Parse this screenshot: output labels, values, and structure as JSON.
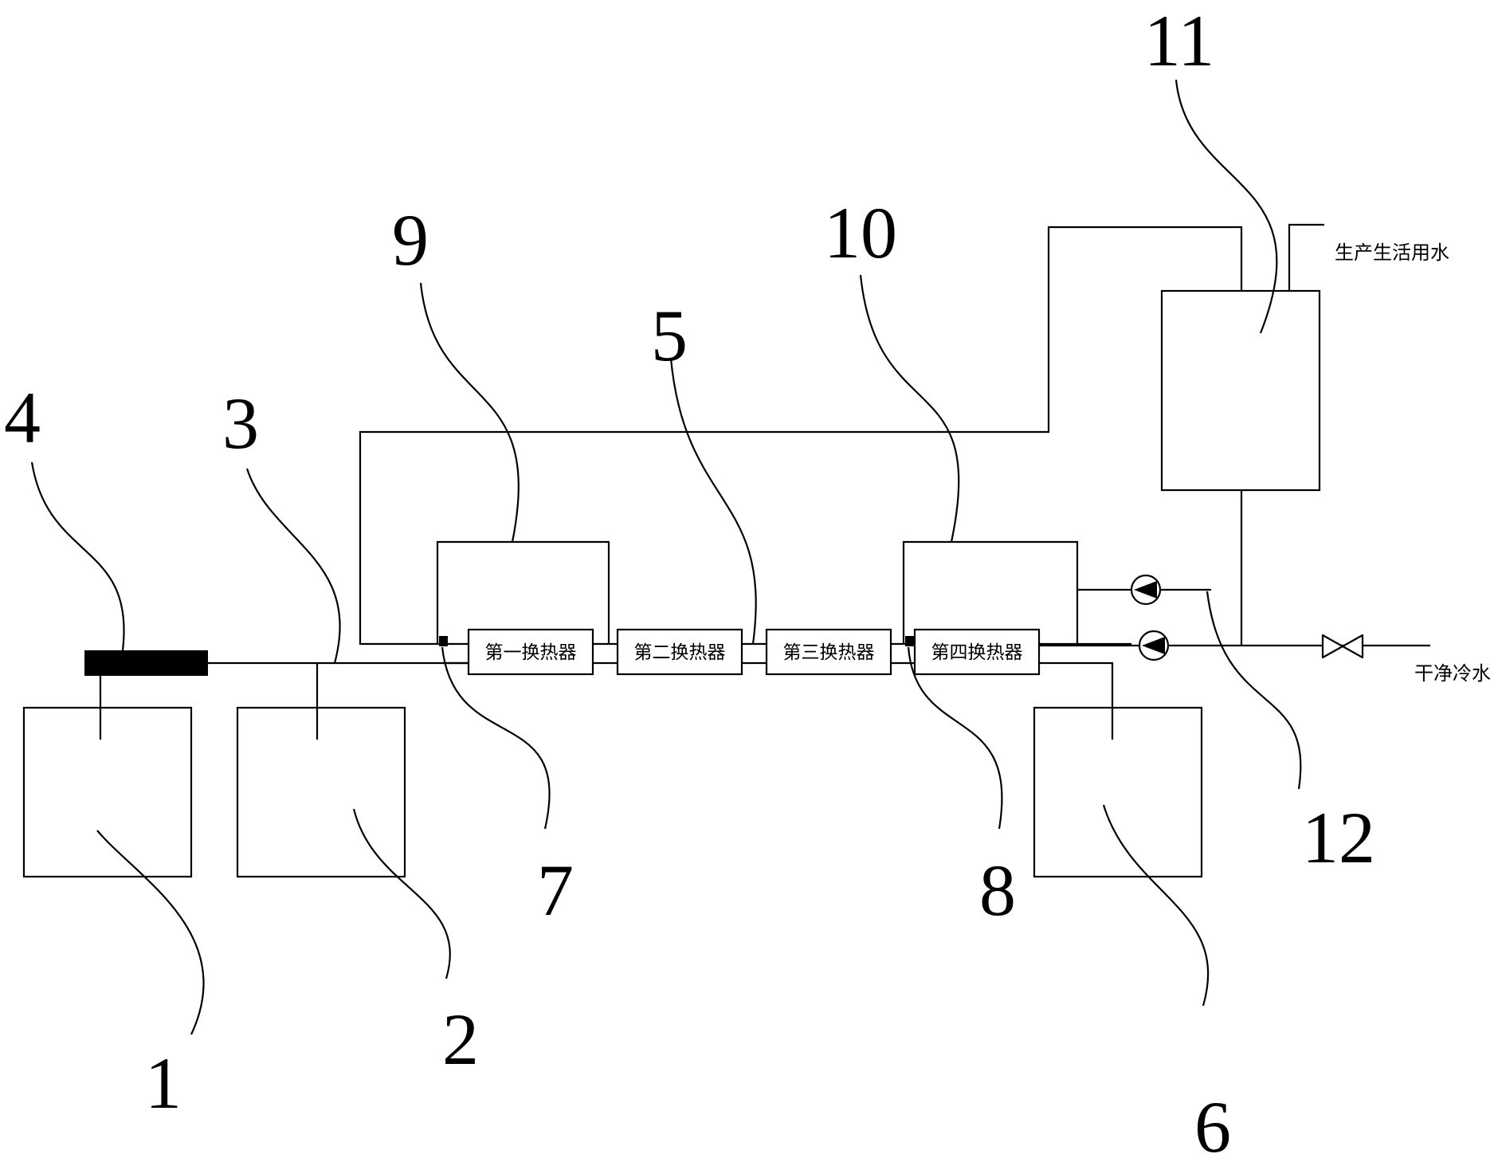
{
  "exchangers": {
    "first": "第一换热器",
    "second": "第二换热器",
    "third": "第三换热器",
    "fourth": "第四换热器"
  },
  "outlets": {
    "domestic_water": "生产生活用水",
    "clean_cold_water": "干净冷水"
  },
  "callouts": {
    "c1": "1",
    "c2": "2",
    "c3": "3",
    "c4": "4",
    "c5": "5",
    "c6": "6",
    "c7": "7",
    "c8": "8",
    "c9": "9",
    "c10": "10",
    "c11": "11",
    "c12": "12"
  }
}
